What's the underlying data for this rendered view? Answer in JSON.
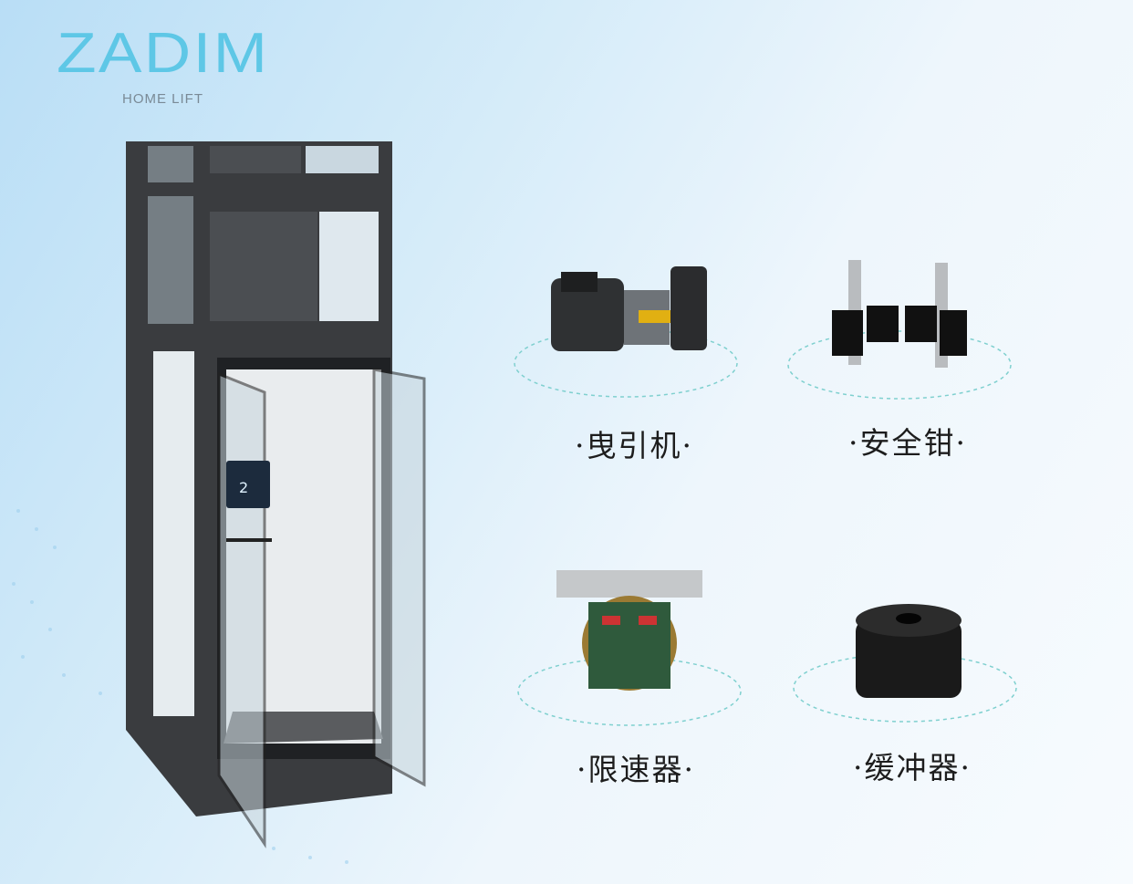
{
  "brand": {
    "name": "ZADIM",
    "tagline": "HOME LIFT",
    "color": "#5ec7e6"
  },
  "elevator": {
    "floor_display": "2"
  },
  "components": [
    {
      "label": "·曳引机·"
    },
    {
      "label": "·安全钳·"
    },
    {
      "label": "·限速器·"
    },
    {
      "label": "·缓冲器·"
    }
  ]
}
